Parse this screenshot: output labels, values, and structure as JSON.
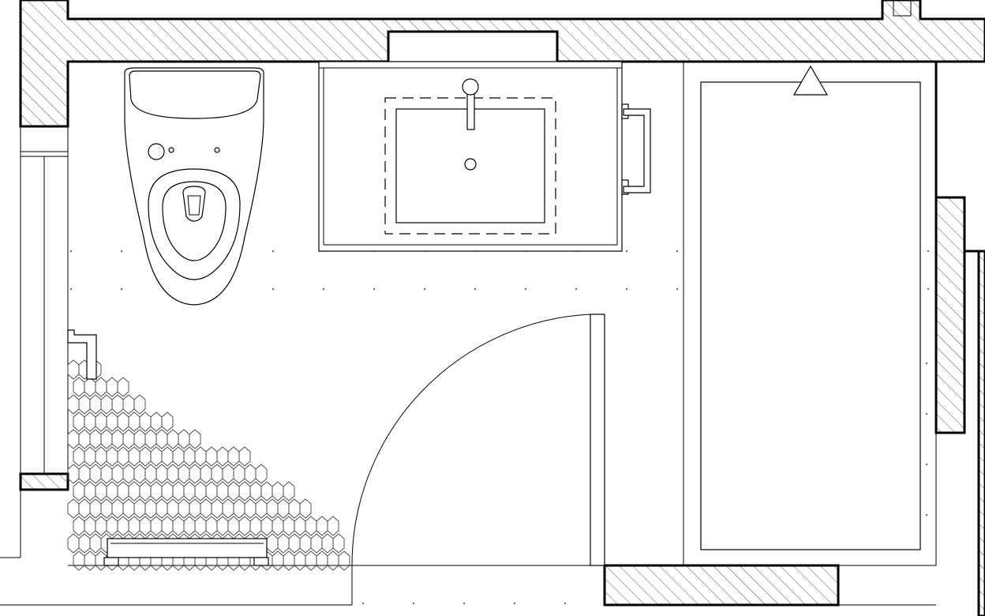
{
  "drawing": {
    "type": "floor-plan",
    "subject": "bathroom",
    "fixtures": [
      "toilet",
      "vanity-sink",
      "bathtub",
      "towel-bar",
      "heated-towel-rail",
      "swing-door"
    ],
    "floor_tile_pattern": "hexagon",
    "wall_fill_pattern": "diagonal-hatch",
    "colors": {
      "line": "#000000",
      "background": "#ffffff",
      "tile_line": "#444444"
    }
  }
}
